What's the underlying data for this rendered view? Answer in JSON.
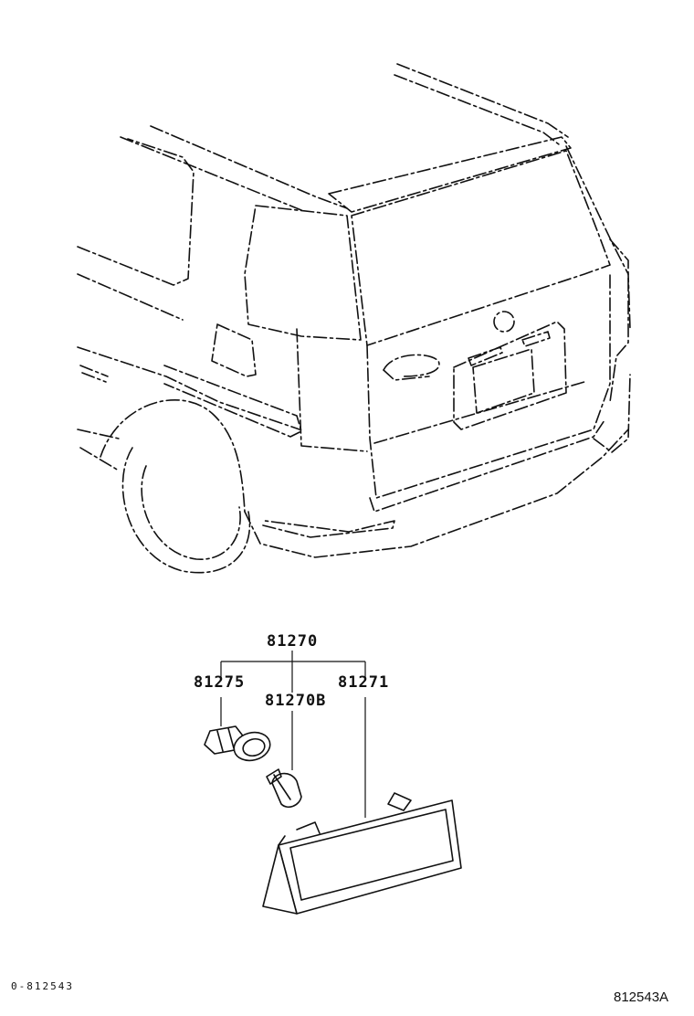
{
  "diagram": {
    "parts": {
      "assembly": "81270",
      "socket": "81275",
      "bulb": "81270B",
      "lens": "81271"
    },
    "footer": {
      "left_code": "0-812543",
      "right_code": "812543A"
    }
  }
}
